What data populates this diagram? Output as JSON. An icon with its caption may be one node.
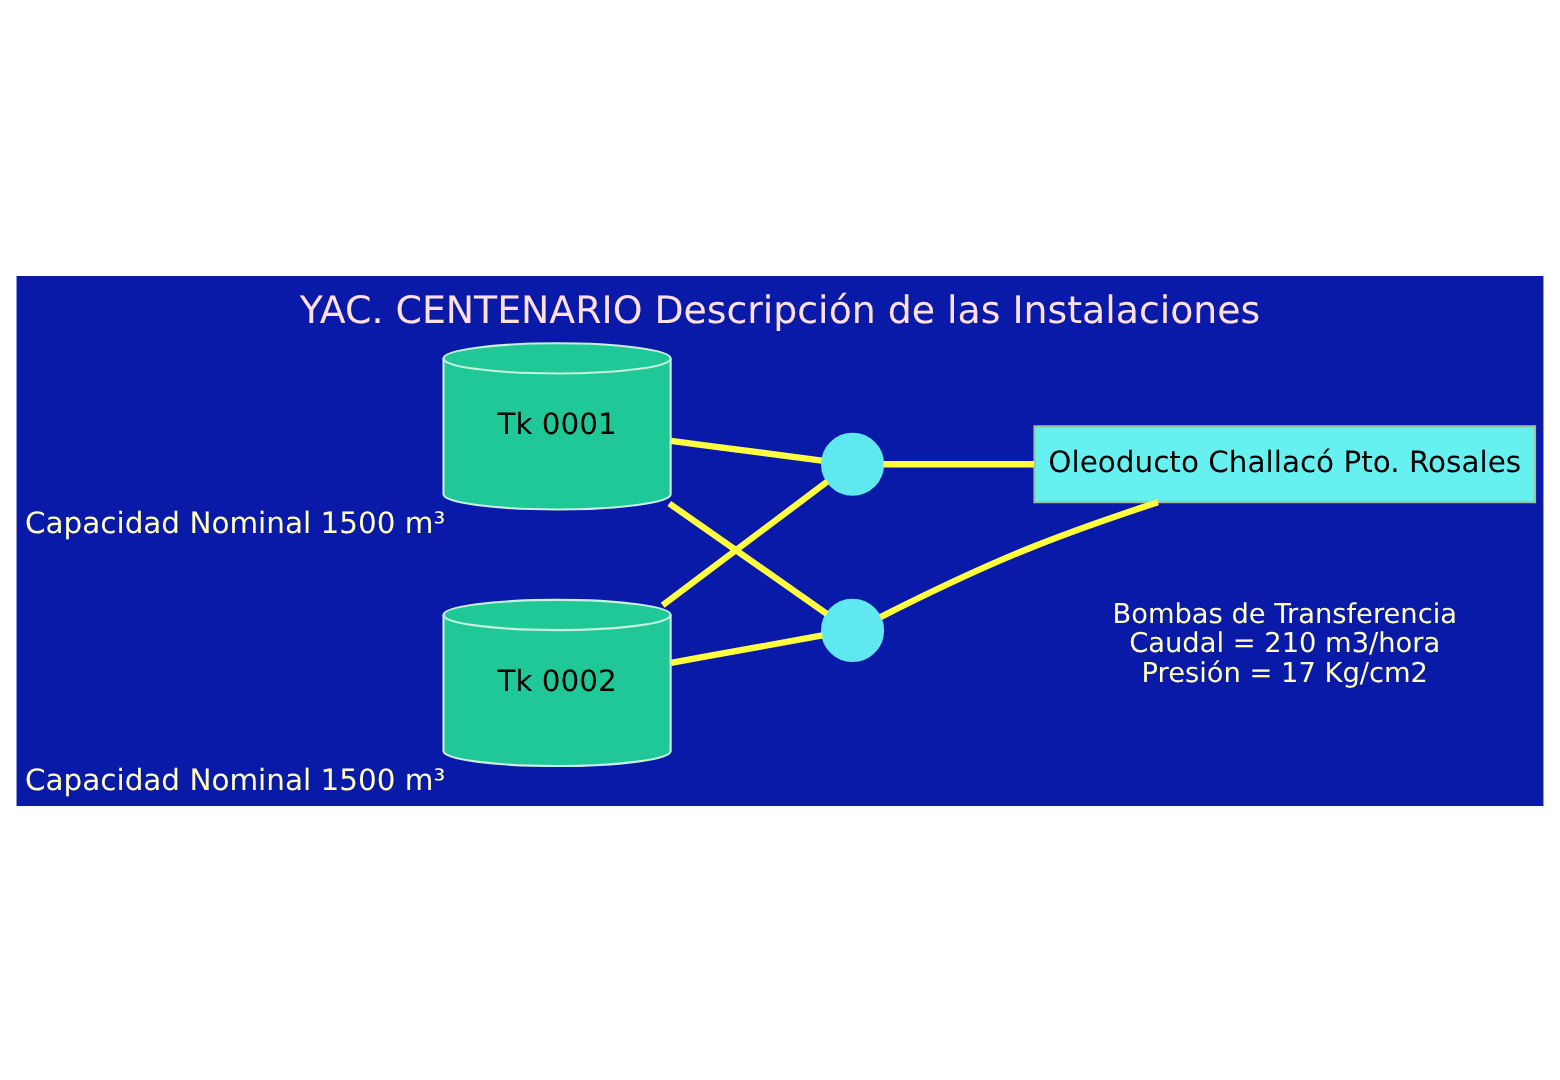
{
  "diagram": {
    "title": "YAC. CENTENARIO Descripción de las Instalaciones",
    "nodes": [
      {
        "text": [
          "Tk 0001"
        ],
        "beside": [
          "Capacidad Nominal 1500 m³"
        ]
      },
      {
        "text": [
          "Tk 0002"
        ],
        "beside": [
          "Capacidad Nominal 1500 m³"
        ]
      },
      {
        "text": [],
        "shape": "circle"
      },
      {
        "text": [],
        "shape": "circle"
      },
      {
        "text": [
          "Oleoducto Challacó Pto. Rosales"
        ]
      }
    ],
    "edges": [
      {
        "from": 0,
        "to": 2,
        "arrow": "none"
      },
      {
        "from": 0,
        "to": 3,
        "arrow": "none"
      },
      {
        "from": 1,
        "to": 2,
        "arrow": "none"
      },
      {
        "from": 1,
        "to": 3,
        "arrow": "none"
      },
      {
        "from": 2,
        "to": 4,
        "arrow": "none"
      },
      {
        "from": 3,
        "to": 4,
        "arrow": "none"
      }
    ],
    "labels": [
      "Bombas de Transferencia",
      "Caudal = 210 m3/hora",
      "Presión = 17 Kg/cm2"
    ]
  }
}
